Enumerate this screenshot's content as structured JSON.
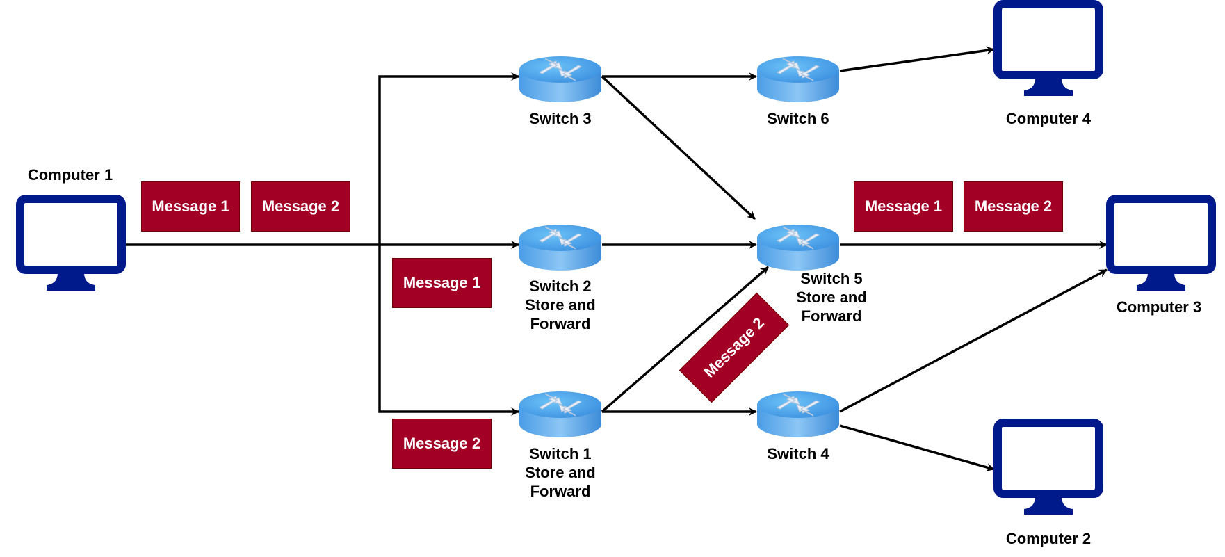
{
  "diagram": {
    "computers": [
      {
        "id": "computer-1",
        "label": "Computer 1"
      },
      {
        "id": "computer-2",
        "label": "Computer 2"
      },
      {
        "id": "computer-3",
        "label": "Computer 3"
      },
      {
        "id": "computer-4",
        "label": "Computer 4"
      }
    ],
    "switches": [
      {
        "id": "switch-1",
        "lines": [
          "Switch 1",
          "Store and",
          "Forward"
        ]
      },
      {
        "id": "switch-2",
        "lines": [
          "Switch 2",
          "Store and",
          "Forward"
        ]
      },
      {
        "id": "switch-3",
        "lines": [
          "Switch 3"
        ]
      },
      {
        "id": "switch-4",
        "lines": [
          "Switch 4"
        ]
      },
      {
        "id": "switch-5",
        "lines": [
          "Switch 5",
          "Store and",
          "Forward"
        ]
      },
      {
        "id": "switch-6",
        "lines": [
          "Switch 6"
        ]
      }
    ],
    "messages": {
      "source_msg1": "Message 1",
      "source_msg2": "Message 2",
      "path_sw2_msg1": "Message 1",
      "path_sw1_msg2": "Message 2",
      "diag_msg2": "Message 2",
      "dest_msg1": "Message 1",
      "dest_msg2": "Message 2"
    },
    "connections": [
      {
        "from": "computer-1",
        "to": "switch-3"
      },
      {
        "from": "computer-1",
        "to": "switch-2"
      },
      {
        "from": "computer-1",
        "to": "switch-1"
      },
      {
        "from": "switch-3",
        "to": "switch-6"
      },
      {
        "from": "switch-3",
        "to": "switch-5"
      },
      {
        "from": "switch-2",
        "to": "switch-5"
      },
      {
        "from": "switch-1",
        "to": "switch-5"
      },
      {
        "from": "switch-1",
        "to": "switch-4"
      },
      {
        "from": "switch-6",
        "to": "computer-4"
      },
      {
        "from": "switch-5",
        "to": "computer-3"
      },
      {
        "from": "switch-4",
        "to": "computer-3"
      },
      {
        "from": "switch-4",
        "to": "computer-2"
      }
    ],
    "colors": {
      "monitor": "#001a8c",
      "message_fill": "#a20025",
      "switch_top": "#5db4f0",
      "switch_side": "#3f8fdc"
    }
  }
}
